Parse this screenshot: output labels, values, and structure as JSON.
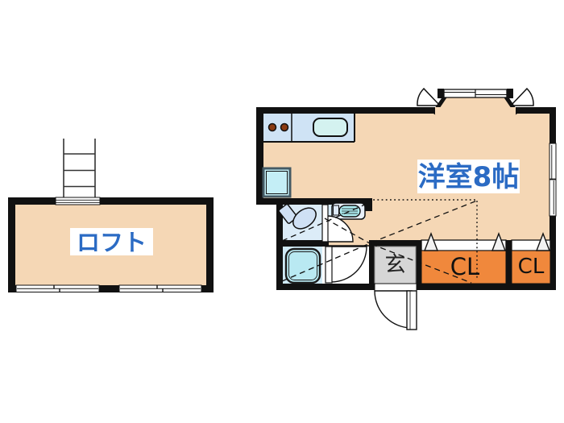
{
  "plan": {
    "loft": {
      "label": "ロフト"
    },
    "main_room": {
      "label": "洋室8帖"
    },
    "entrance": {
      "label": "玄"
    },
    "closet_left": {
      "label": "CL"
    },
    "closet_right": {
      "label": "CL"
    },
    "colors": {
      "wall": "#111111",
      "floor": "#f5d7b5",
      "label_text": "#2b6bc4",
      "closet": "#f0883c",
      "kitchen_counter": "#cfe3f5",
      "sink": "#d4f2f0",
      "toilet_floor": "#dcecf8",
      "bath_floor": "#cfe9f5",
      "bathtub": "#b9e9f2",
      "appliance": "#c4eef6",
      "nook_floor": "#d8ecf8",
      "entrance_floor": "#d6d6d6",
      "closet_text": "#111111",
      "entrance_text": "#222222"
    }
  }
}
